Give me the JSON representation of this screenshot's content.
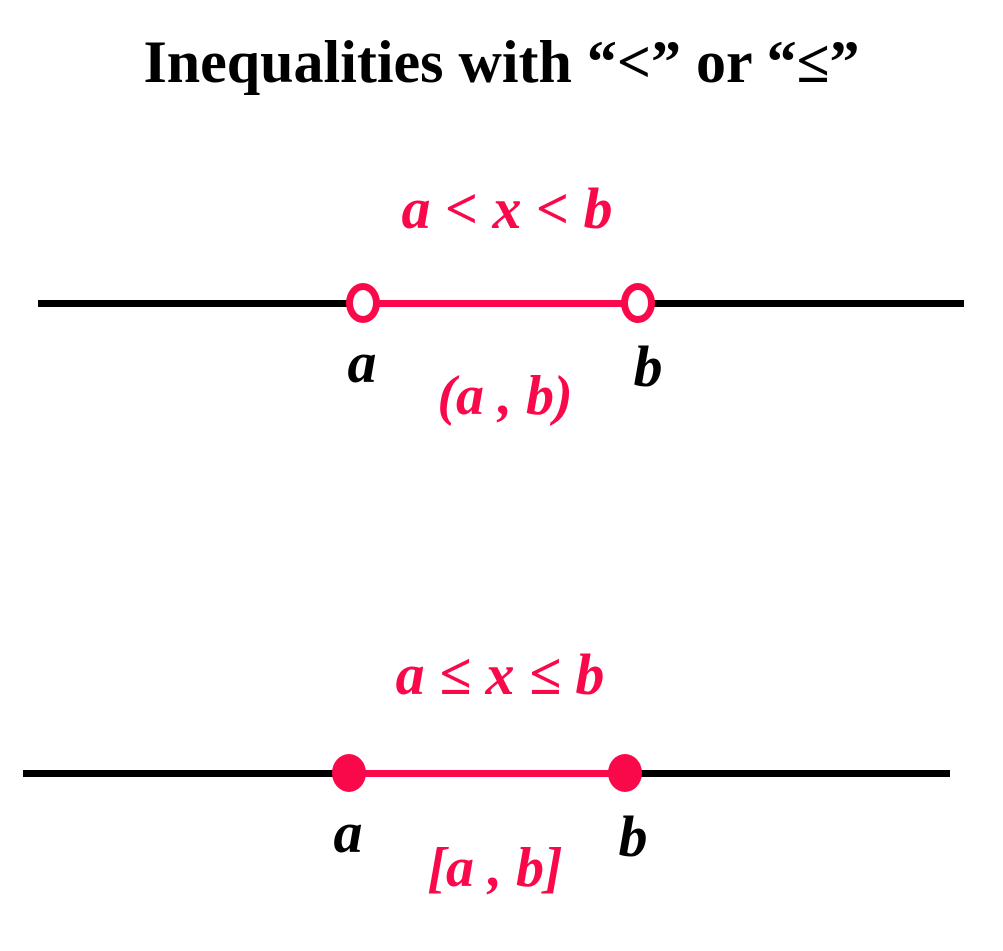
{
  "title": "Inequalities with “<” or “≤”",
  "colors": {
    "accent": "#F9084A",
    "axis": "#000000",
    "background": "#FFFFFF"
  },
  "diagrams": [
    {
      "name": "strict-inequality-open-interval",
      "inequality": "a < x < b",
      "interval_notation": "(a , b)",
      "endpoint_style": "open",
      "endpoints": {
        "left": "a",
        "right": "b"
      }
    },
    {
      "name": "inclusive-inequality-closed-interval",
      "inequality": "a ≤ x ≤ b",
      "interval_notation": "[a , b]",
      "endpoint_style": "closed",
      "endpoints": {
        "left": "a",
        "right": "b"
      }
    }
  ]
}
